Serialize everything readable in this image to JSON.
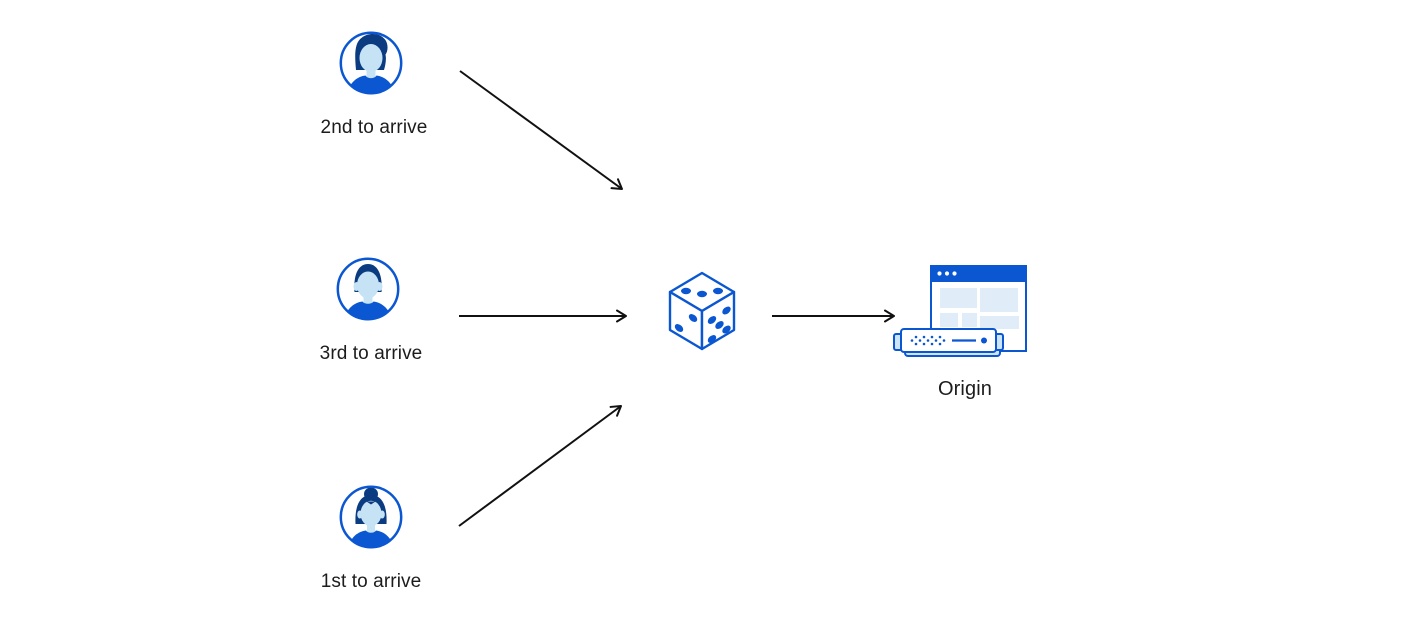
{
  "colors": {
    "blue": "#0b57d2",
    "navy": "#0b3b80",
    "face": "#c5e3f5",
    "pale": "#e0ecf8",
    "server_shadow": "#cde5f8",
    "arrow": "#111111",
    "text": "#1c1c1c",
    "background": "#ffffff"
  },
  "nodes": {
    "clients": [
      {
        "label": "2nd to arrive",
        "avatar": "man-quiff-avatar"
      },
      {
        "label": "3rd to arrive",
        "avatar": "man-short-hair-avatar"
      },
      {
        "label": "1st to arrive",
        "avatar": "woman-bun-avatar"
      }
    ],
    "selector": {
      "icon": "dice-icon"
    },
    "origin": {
      "label": "Origin",
      "icon": "origin-server-icon"
    }
  },
  "edges": [
    {
      "from": "2nd to arrive",
      "to": "dice"
    },
    {
      "from": "3rd to arrive",
      "to": "dice"
    },
    {
      "from": "1st to arrive",
      "to": "dice"
    },
    {
      "from": "dice",
      "to": "Origin"
    }
  ]
}
